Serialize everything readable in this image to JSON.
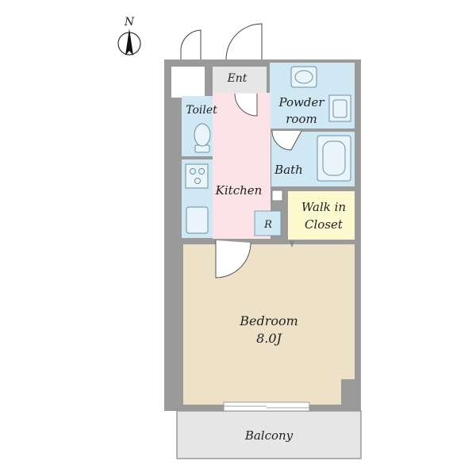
{
  "compass": {
    "label": "N",
    "icon": "north-arrow-icon"
  },
  "rooms": {
    "entrance": {
      "label": "Ent"
    },
    "toilet": {
      "label": "Toilet"
    },
    "powder_room": {
      "line1": "Powder",
      "line2": "room"
    },
    "bath": {
      "label": "Bath"
    },
    "kitchen": {
      "label": "Kitchen"
    },
    "refrigerator": {
      "label": "R"
    },
    "walk_in_closet": {
      "line1": "Walk in",
      "line2": "Closet"
    },
    "bedroom": {
      "label": "Bedroom",
      "size": "8.0J"
    },
    "balcony": {
      "label": "Balcony"
    }
  },
  "colors": {
    "wall": "#9a9a9a",
    "wet_area": "#cfe8f3",
    "kitchen": "#fbe3e8",
    "closet": "#fcf9cf",
    "bedroom": "#ede2c7",
    "entrance": "#e6e6e6",
    "balcony": "#e6e6e6"
  }
}
